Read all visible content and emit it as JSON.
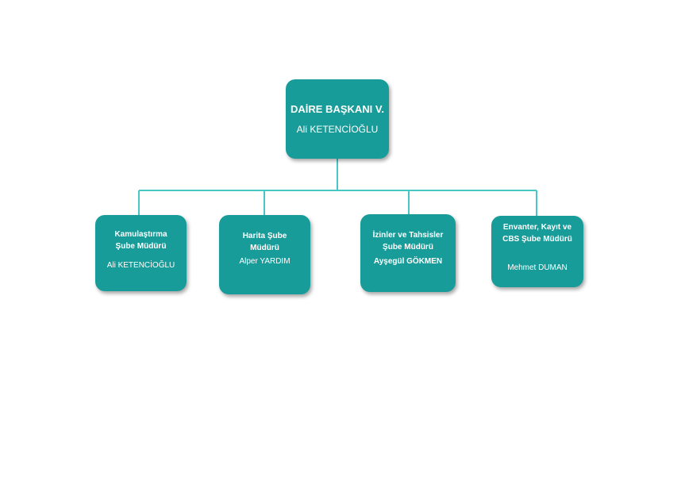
{
  "top": {
    "title": "DAİRE BAŞKANI V.",
    "name": "Ali KETENCİOĞLU"
  },
  "children": [
    {
      "title_lines": [
        "Kamulaştırma",
        "Şube Müdürü"
      ],
      "name": "Ali KETENCİOĞLU",
      "name_bold": false
    },
    {
      "title_lines": [
        "Harita Şube",
        "Müdürü"
      ],
      "name": "Alper YARDIM",
      "name_bold": false
    },
    {
      "title_lines": [
        "İzinler ve Tahsisler",
        "Şube Müdürü"
      ],
      "name": "Ayşegül GÖKMEN",
      "name_bold": true
    },
    {
      "title_lines": [
        "Envanter, Kayıt ve",
        "CBS Şube Müdürü"
      ],
      "name": "Mehmet DUMAN",
      "name_bold": false
    }
  ],
  "colors": {
    "box_fill": "#189c99",
    "connector": "#49c7c4",
    "text": "#ffffff"
  }
}
